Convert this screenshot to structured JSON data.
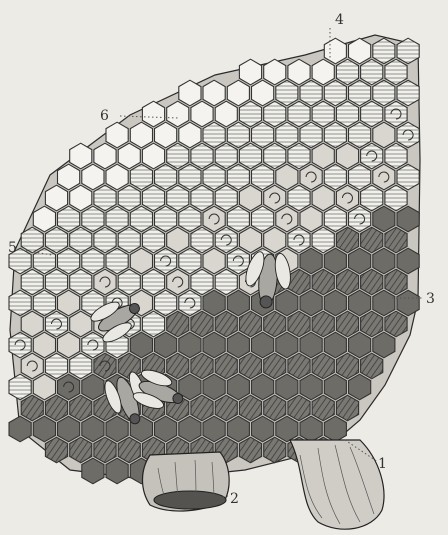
{
  "labels": {
    "l1": "1",
    "l2": "2",
    "l3": "3",
    "l4": "4",
    "l5": "5",
    "l6": "6"
  },
  "colors": {
    "paper": "#ecebe6",
    "ink": "#2a2a2a",
    "empty_cell": "#f4f3ef",
    "capped_cell": "#d8d6cf",
    "brood_cell": "#6e6c67"
  }
}
